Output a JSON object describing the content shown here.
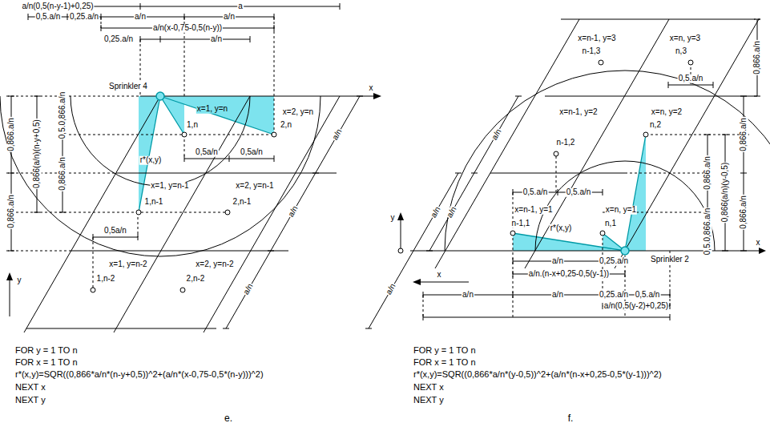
{
  "diagram": {
    "labels": [
      "a/n(0,5(n-y-1)+0,25)",
      "a",
      "0,5.a/n",
      "0,25.a/n",
      "a/n",
      "a/n",
      "a/n(x-0,75-0,5(n-y))",
      "0,25.a/n",
      "a/n",
      "Sprinkler 4",
      "x",
      "0,866.a/n",
      "0,866.a/n",
      "0,866(a/n)(n-y+0,5)",
      "0,5.0,866.a/n",
      "0,866.a/n",
      "x=1, y=n",
      "1,n",
      "x=2, y=n",
      "2,n",
      "r*(x,y)",
      "0,5a/n",
      "0,5a/n",
      "x=1, y=n-1",
      "1,n-1",
      "x=2, y=n-1",
      "2,n-1",
      "0,5a/n",
      "x=1, y=n-2",
      "1,n-2",
      "x=2, y=n-2",
      "2,n-2",
      "y",
      "a/n",
      "a/n",
      "a/n",
      "FOR y = 1 TO n",
      "FOR x = 1 TO n",
      "r*(x,y)=SQR((0,866*a/n*(n-y+0,5))^2+(a/n*(x-0,75-0,5*(n-y)))^2)",
      "NEXT x",
      "NEXT y",
      "e.",
      "x=n-1, y=3",
      "n-1,3",
      "x=n, y=3",
      "n,3",
      "0,5.a/n",
      "0,866.a/n",
      "x=n-1, y=2",
      "n-1,2",
      "x=n, y=2",
      "n,2",
      "a/n",
      "a/n",
      "a/n",
      "a/n",
      "0,5.a/n",
      "0,5.a/n",
      "x=n-1, y=1",
      "n-1,1",
      "x=n, y=1",
      "n,1",
      "r*(x,y)",
      "Sprinkler 2",
      "0,866.a/n",
      "0,5.0,866.a/n",
      "0,866(a/n)(y-0,5)",
      "0,866.a/n",
      "0,866.a/n",
      "y",
      "x",
      "x",
      "a/n",
      "0,25.a/n",
      "a/n.(n-x+0,25-0,5(y-1))",
      "a/n",
      "a/n",
      "0,25.a/n",
      "0,5.a/n",
      "a/n(0,5(y-2)+0,25)",
      "FOR y = 1 TO n",
      "FOR x = 1 TO n",
      "r*(x,y)=SQR((0,866*a/n*(y-0,5))^2+(a/n*(n-x+0,25-0,5*(y-1)))^2)",
      "NEXT x",
      "NEXT y",
      "f."
    ]
  }
}
